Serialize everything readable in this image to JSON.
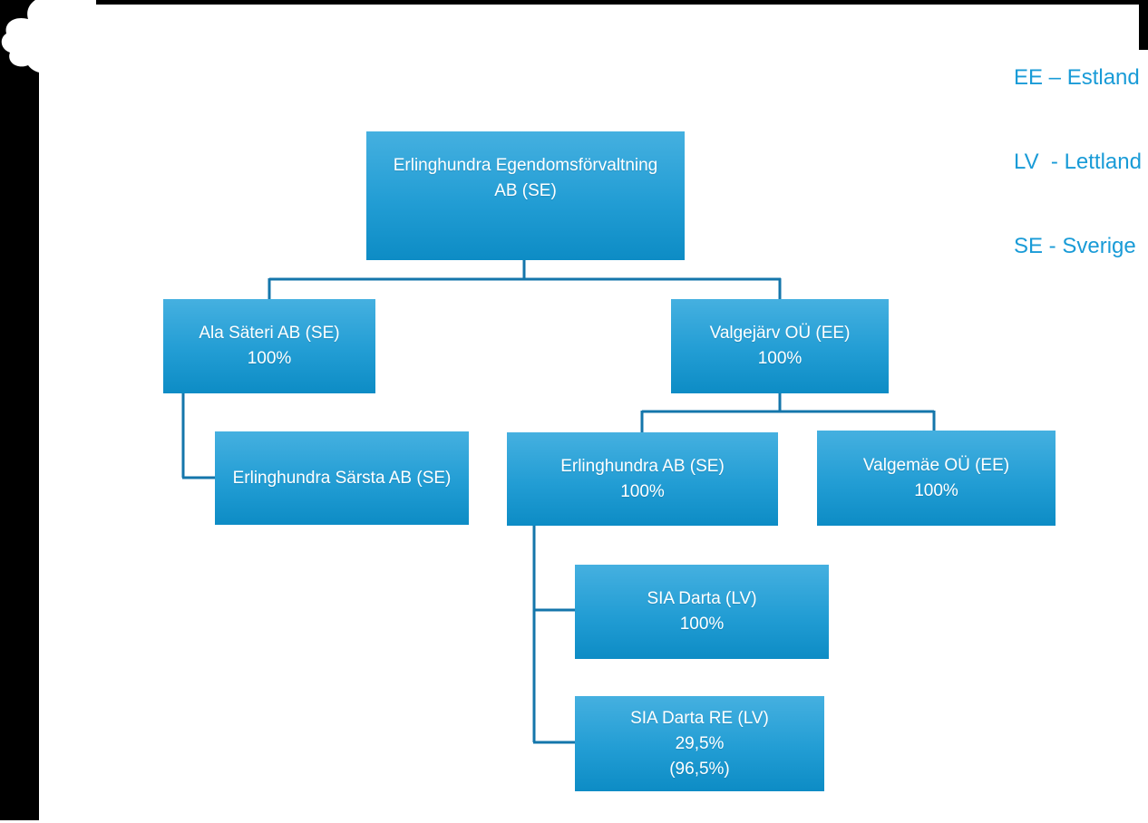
{
  "legend": {
    "lines": [
      "EE – Estland",
      "LV  - Lettland",
      "SE - Sverige"
    ]
  },
  "colors": {
    "box_gradient_top": "#45B0E0",
    "box_gradient_bottom": "#0D8CC5",
    "connector_line": "#1476AB",
    "legend_text": "#199BD7",
    "box_text": "#FFFFFF",
    "frame": "#000000"
  },
  "org_chart": {
    "nodes": {
      "root": {
        "parent": null,
        "lines": [
          "Erlinghundra Egendomsförvaltning",
          "AB (SE)"
        ]
      },
      "ala_sateri": {
        "parent": "root",
        "lines": [
          "Ala Säteri AB (SE)",
          "100%"
        ]
      },
      "valgejarv": {
        "parent": "root",
        "lines": [
          "Valgejärv OÜ (EE)",
          "100%"
        ]
      },
      "sarsta": {
        "parent": "ala_sateri",
        "lines": [
          "Erlinghundra Särsta AB (SE)"
        ]
      },
      "erlinghundra_ab": {
        "parent": "valgejarv",
        "lines": [
          "Erlinghundra AB (SE)",
          "100%"
        ]
      },
      "valgemae": {
        "parent": "valgejarv",
        "lines": [
          "Valgemäe OÜ (EE)",
          "100%"
        ]
      },
      "sia_darta": {
        "parent": "erlinghundra_ab",
        "lines": [
          "SIA Darta (LV)",
          "100%"
        ]
      },
      "sia_darta_re": {
        "parent": "erlinghundra_ab",
        "lines": [
          "SIA Darta RE (LV)",
          "29,5%",
          "(96,5%)"
        ]
      }
    }
  }
}
